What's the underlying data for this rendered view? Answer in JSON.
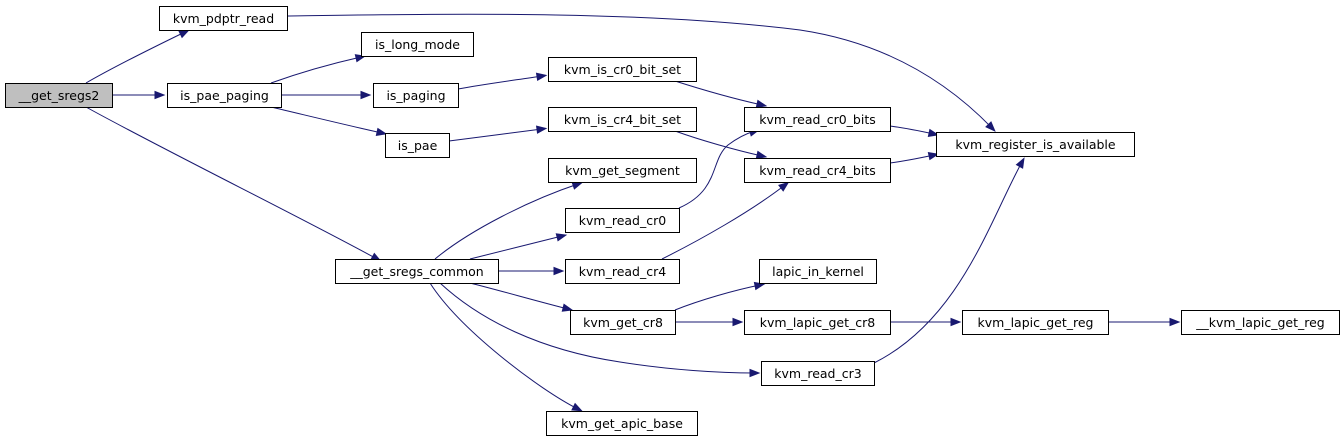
{
  "graph": {
    "nodes": [
      {
        "id": "get_sregs2",
        "label": "__get_sregs2",
        "root": true
      },
      {
        "id": "kvm_pdptr_read",
        "label": "kvm_pdptr_read"
      },
      {
        "id": "is_pae_paging",
        "label": "is_pae_paging"
      },
      {
        "id": "get_sregs_common",
        "label": "__get_sregs_common"
      },
      {
        "id": "is_long_mode",
        "label": "is_long_mode"
      },
      {
        "id": "is_paging",
        "label": "is_paging"
      },
      {
        "id": "is_pae",
        "label": "is_pae"
      },
      {
        "id": "kvm_is_cr0_bit_set",
        "label": "kvm_is_cr0_bit_set"
      },
      {
        "id": "kvm_is_cr4_bit_set",
        "label": "kvm_is_cr4_bit_set"
      },
      {
        "id": "kvm_get_segment",
        "label": "kvm_get_segment"
      },
      {
        "id": "kvm_read_cr0",
        "label": "kvm_read_cr0"
      },
      {
        "id": "kvm_read_cr4",
        "label": "kvm_read_cr4"
      },
      {
        "id": "kvm_get_cr8",
        "label": "kvm_get_cr8"
      },
      {
        "id": "kvm_get_apic_base",
        "label": "kvm_get_apic_base"
      },
      {
        "id": "kvm_read_cr0_bits",
        "label": "kvm_read_cr0_bits"
      },
      {
        "id": "kvm_read_cr4_bits",
        "label": "kvm_read_cr4_bits"
      },
      {
        "id": "lapic_in_kernel",
        "label": "lapic_in_kernel"
      },
      {
        "id": "kvm_lapic_get_cr8",
        "label": "kvm_lapic_get_cr8"
      },
      {
        "id": "kvm_read_cr3",
        "label": "kvm_read_cr3"
      },
      {
        "id": "kvm_register_is_available",
        "label": "kvm_register_is_available"
      },
      {
        "id": "kvm_lapic_get_reg",
        "label": "kvm_lapic_get_reg"
      },
      {
        "id": "kvm_lapic_get_reg_inner",
        "label": "__kvm_lapic_get_reg"
      }
    ],
    "edges": [
      {
        "from": "get_sregs2",
        "to": "kvm_pdptr_read"
      },
      {
        "from": "get_sregs2",
        "to": "is_pae_paging"
      },
      {
        "from": "get_sregs2",
        "to": "get_sregs_common"
      },
      {
        "from": "kvm_pdptr_read",
        "to": "kvm_register_is_available"
      },
      {
        "from": "is_pae_paging",
        "to": "is_long_mode"
      },
      {
        "from": "is_pae_paging",
        "to": "is_paging"
      },
      {
        "from": "is_pae_paging",
        "to": "is_pae"
      },
      {
        "from": "is_paging",
        "to": "kvm_is_cr0_bit_set"
      },
      {
        "from": "is_pae",
        "to": "kvm_is_cr4_bit_set"
      },
      {
        "from": "kvm_is_cr0_bit_set",
        "to": "kvm_read_cr0_bits"
      },
      {
        "from": "kvm_is_cr4_bit_set",
        "to": "kvm_read_cr4_bits"
      },
      {
        "from": "kvm_read_cr0_bits",
        "to": "kvm_register_is_available"
      },
      {
        "from": "kvm_read_cr4_bits",
        "to": "kvm_register_is_available"
      },
      {
        "from": "get_sregs_common",
        "to": "kvm_get_segment"
      },
      {
        "from": "get_sregs_common",
        "to": "kvm_read_cr0"
      },
      {
        "from": "get_sregs_common",
        "to": "kvm_read_cr4"
      },
      {
        "from": "get_sregs_common",
        "to": "kvm_get_cr8"
      },
      {
        "from": "get_sregs_common",
        "to": "kvm_read_cr3"
      },
      {
        "from": "get_sregs_common",
        "to": "kvm_get_apic_base"
      },
      {
        "from": "kvm_read_cr0",
        "to": "kvm_read_cr0_bits"
      },
      {
        "from": "kvm_read_cr4",
        "to": "kvm_read_cr4_bits"
      },
      {
        "from": "kvm_get_cr8",
        "to": "lapic_in_kernel"
      },
      {
        "from": "kvm_get_cr8",
        "to": "kvm_lapic_get_cr8"
      },
      {
        "from": "kvm_lapic_get_cr8",
        "to": "kvm_lapic_get_reg"
      },
      {
        "from": "kvm_lapic_get_reg",
        "to": "kvm_lapic_get_reg_inner"
      },
      {
        "from": "kvm_read_cr3",
        "to": "kvm_register_is_available"
      }
    ]
  }
}
